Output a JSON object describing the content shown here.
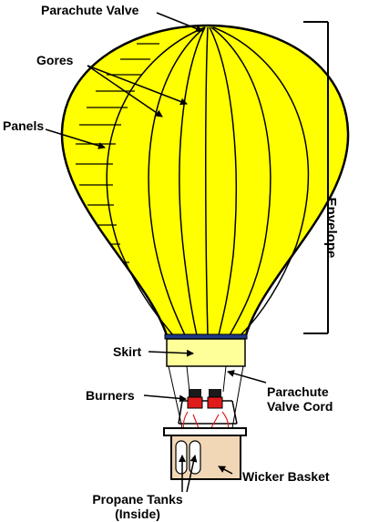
{
  "labels": {
    "parachute_valve": "Parachute Valve",
    "gores": "Gores",
    "panels": "Panels",
    "envelope": "Envelope",
    "skirt": "Skirt",
    "burners": "Burners",
    "parachute_valve_cord_line1": "Parachute",
    "parachute_valve_cord_line2": "Valve Cord",
    "wicker_basket": "Wicker Basket",
    "propane_tanks_line1": "Propane Tanks",
    "propane_tanks_line2": "(Inside)"
  },
  "colors": {
    "envelope": "#FFFF00",
    "skirt": "#FFFF99",
    "skirt_band": "#1E3A8A",
    "basket": "#F2D7B6",
    "burner": "#E01B1B",
    "burner_top": "#1A1A1A",
    "cord": "#E01B1B",
    "outline": "#000000"
  }
}
